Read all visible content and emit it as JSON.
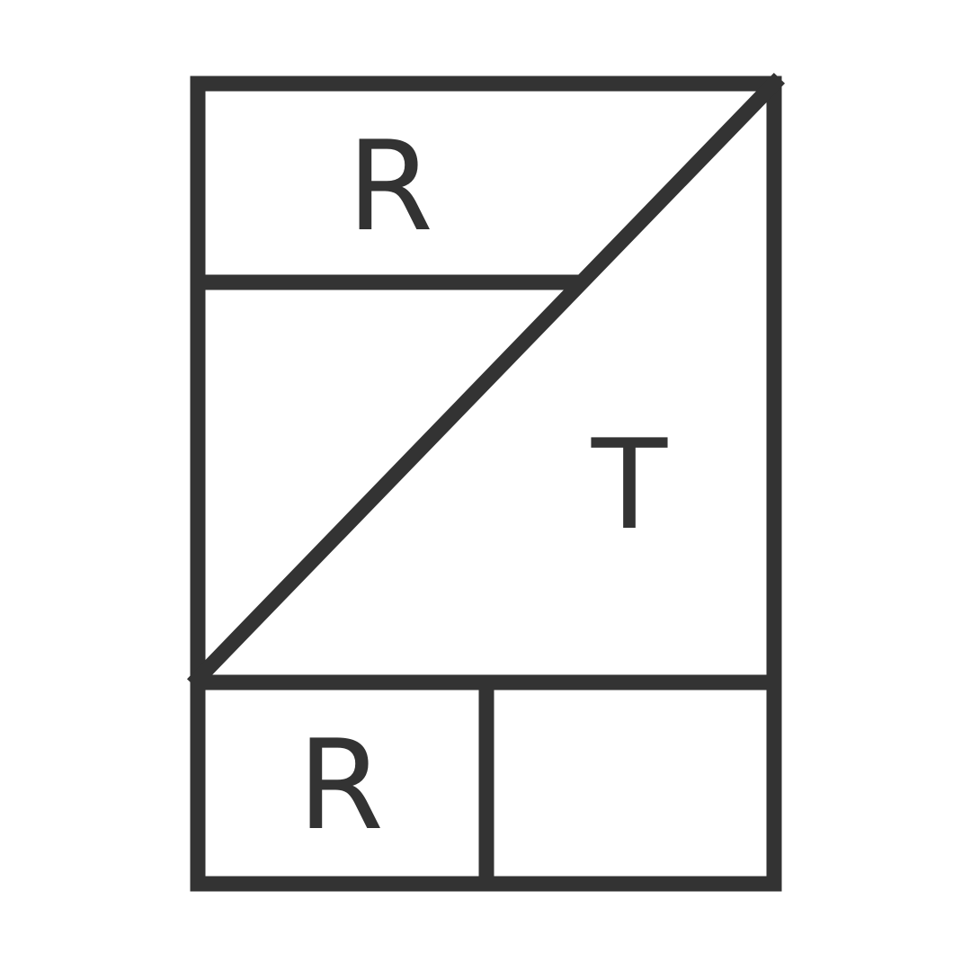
{
  "logo": {
    "stroke_color": "#333333",
    "background_color": "#ffffff",
    "letters": {
      "top_left": "R",
      "right_triangle": "T",
      "bottom_left": "R"
    }
  }
}
